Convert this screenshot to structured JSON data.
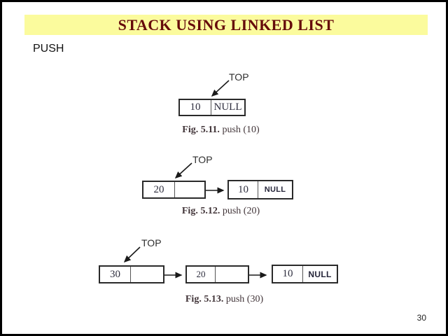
{
  "slide": {
    "title": "STACK USING LINKED LIST",
    "section_label": "PUSH",
    "page_number": "30"
  },
  "colors": {
    "banner_bg": "#fbfb9d",
    "title_color": "#660b0b",
    "caption_color": "#413438",
    "border_color": "#000000",
    "arrow_color": "#1a1a1a"
  },
  "figures": [
    {
      "top_label": "TOP",
      "caption_bold": "Fig. 5.11.",
      "caption_text": "push (10)",
      "nodes": [
        {
          "data": "10",
          "next": "NULL"
        }
      ]
    },
    {
      "top_label": "TOP",
      "caption_bold": "Fig. 5.12.",
      "caption_text": "push (20)",
      "nodes": [
        {
          "data": "20",
          "next": ""
        },
        {
          "data": "10",
          "next": "NULL"
        }
      ]
    },
    {
      "top_label": "TOP",
      "caption_bold": "Fig. 5.13.",
      "caption_text": "push (30)",
      "nodes": [
        {
          "data": "30",
          "next": ""
        },
        {
          "data": "20",
          "next": ""
        },
        {
          "data": "10",
          "next": "NULL"
        }
      ]
    }
  ]
}
